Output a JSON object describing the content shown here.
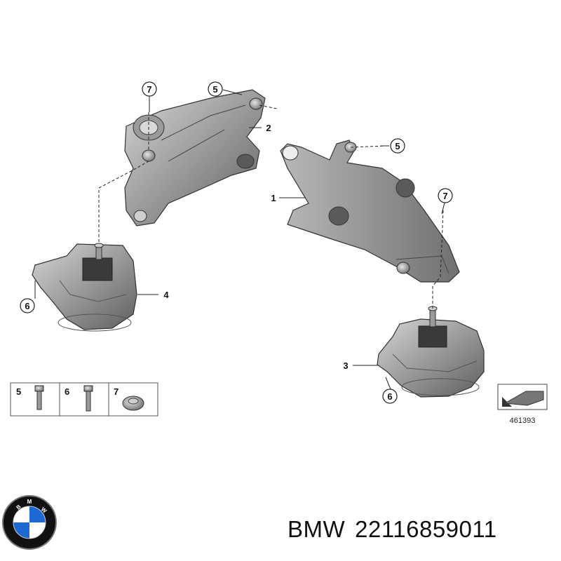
{
  "callouts": {
    "part_1": "1",
    "part_2": "2",
    "part_3": "3",
    "part_4": "4",
    "part_5": "5",
    "part_6": "6",
    "part_7": "7"
  },
  "legend": {
    "item_5": "5",
    "item_6": "6",
    "item_7": "7"
  },
  "diagram_ref": "461393",
  "caption": {
    "brand": "BMW",
    "part_number": "22116859011"
  },
  "logo": {
    "text": "BMW",
    "colors": {
      "blue": "#1c69d4",
      "ring": "#111111",
      "white": "#ffffff"
    }
  },
  "colors": {
    "part_fill": "#8a8a8a",
    "part_light": "#c4c4c4",
    "part_dark": "#4a4a4a",
    "line": "#222222"
  }
}
